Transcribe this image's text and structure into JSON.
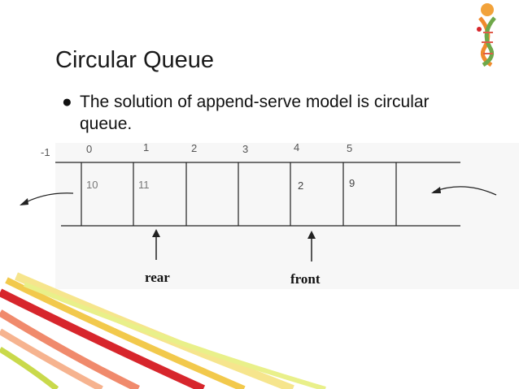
{
  "slide": {
    "title": "Circular Queue",
    "bullet": "The solution of append-serve model is circular queue."
  },
  "diagram": {
    "indices": [
      "-1",
      "0",
      "1",
      "2",
      "3",
      "4",
      "5"
    ],
    "cell_values": [
      "10",
      "11",
      "",
      "",
      "2",
      "9",
      ""
    ],
    "pointers": {
      "rear": "rear",
      "front": "front"
    }
  },
  "decoration": {
    "logo": "dna-figure-logo",
    "swoosh_colors": [
      "#d7262c",
      "#f08a6c",
      "#f6b38f",
      "#f2c94c",
      "#f6e58d",
      "#c9d94b"
    ]
  }
}
